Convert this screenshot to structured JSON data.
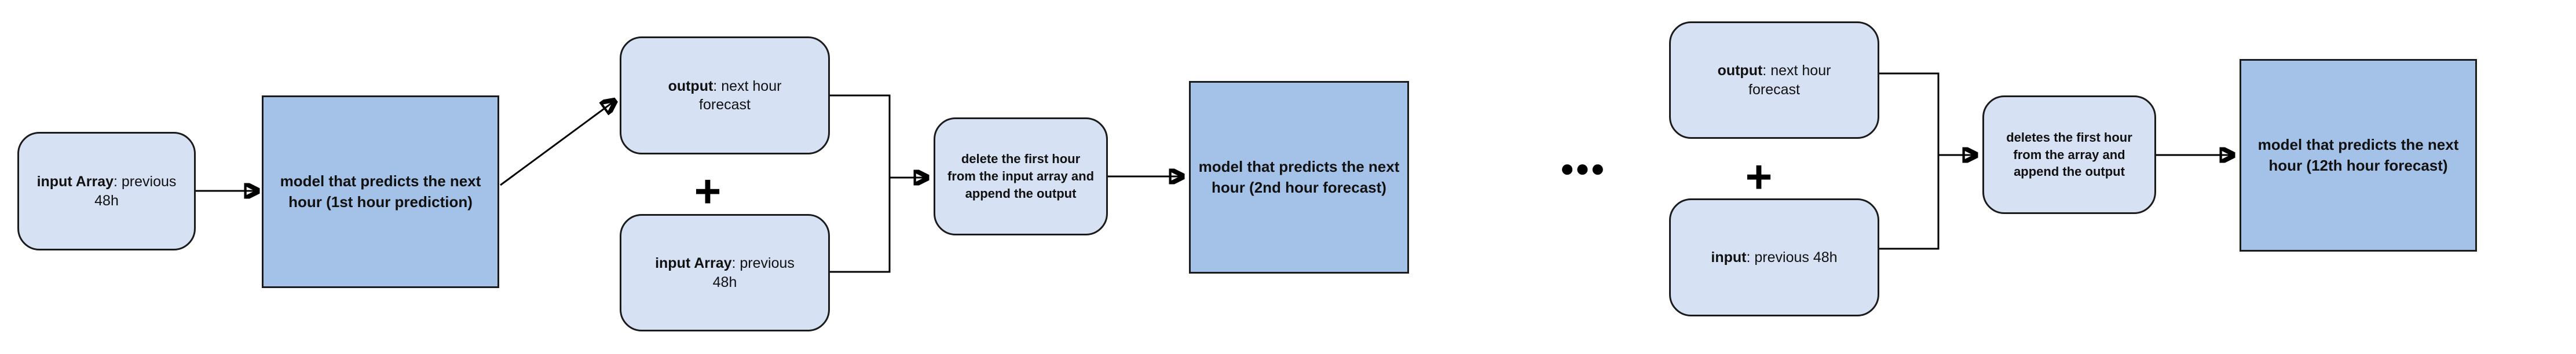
{
  "diagram": {
    "title": "iterative next-hour forecasting loop",
    "colors": {
      "rounded_fill": "#d7e1f4",
      "process_fill": "#a4c2e8",
      "border": "#1b1b1b",
      "ink": "#111111",
      "background": "#ffffff"
    },
    "plus_label": "+",
    "ellipsis": "●●●",
    "nodes": {
      "input1": {
        "bold": "input Array",
        "rest": ": previous\n48h"
      },
      "model1": {
        "text": "model that predicts the next\nhour (1st hour prediction)"
      },
      "output1": {
        "bold": "output",
        "rest": ": next hour\nforecast"
      },
      "input2": {
        "bold": "input Array",
        "rest": ": previous\n48h"
      },
      "delete1": {
        "text": "delete the first hour\nfrom the input array and\nappend the output"
      },
      "model2": {
        "text": "model that predicts the next\nhour (2nd hour forecast)"
      },
      "output2": {
        "bold": "output",
        "rest": ": next hour\nforecast"
      },
      "input3": {
        "bold": "input",
        "rest": ": previous 48h"
      },
      "delete2": {
        "text": "deletes the first hour\nfrom the array and\nappend the output"
      },
      "model3": {
        "text": "model that predicts the next\nhour (12th hour forecast)"
      }
    }
  }
}
